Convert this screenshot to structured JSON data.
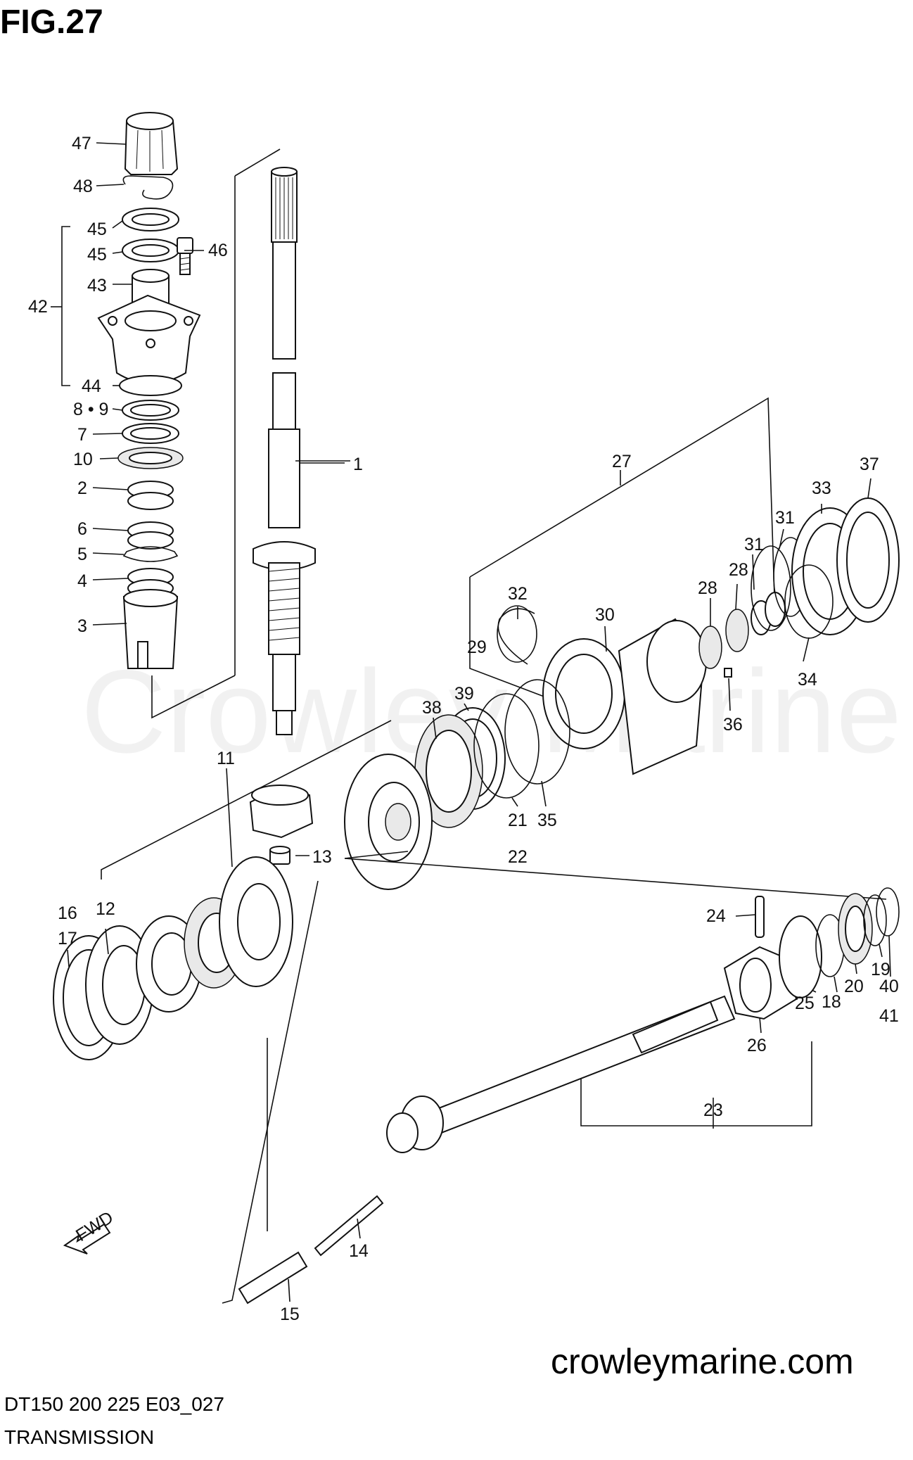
{
  "figure": {
    "title": "FIG.27",
    "watermark": "Crowley Marine",
    "site": "crowleymarine.com",
    "model": "DT150 200 225 E03_027",
    "name": "TRANSMISSION"
  },
  "callouts": [
    {
      "id": "c47",
      "text": "47"
    },
    {
      "id": "c48",
      "text": "48"
    },
    {
      "id": "c45a",
      "text": "45"
    },
    {
      "id": "c45b",
      "text": "45"
    },
    {
      "id": "c46",
      "text": "46"
    },
    {
      "id": "c43",
      "text": "43"
    },
    {
      "id": "c42",
      "text": "42"
    },
    {
      "id": "c44",
      "text": "44"
    },
    {
      "id": "c89",
      "text": "8 • 9"
    },
    {
      "id": "c7",
      "text": "7"
    },
    {
      "id": "c10",
      "text": "10"
    },
    {
      "id": "c2",
      "text": "2"
    },
    {
      "id": "c6",
      "text": "6"
    },
    {
      "id": "c5",
      "text": "5"
    },
    {
      "id": "c4",
      "text": "4"
    },
    {
      "id": "c3",
      "text": "3"
    },
    {
      "id": "c1",
      "text": "1"
    },
    {
      "id": "c27",
      "text": "27"
    },
    {
      "id": "c37",
      "text": "37"
    },
    {
      "id": "c33",
      "text": "33"
    },
    {
      "id": "c31a",
      "text": "31"
    },
    {
      "id": "c31b",
      "text": "31"
    },
    {
      "id": "c28a",
      "text": "28"
    },
    {
      "id": "c28b",
      "text": "28"
    },
    {
      "id": "c32",
      "text": "32"
    },
    {
      "id": "c30",
      "text": "30"
    },
    {
      "id": "c29",
      "text": "29"
    },
    {
      "id": "c34",
      "text": "34"
    },
    {
      "id": "c36",
      "text": "36"
    },
    {
      "id": "c39",
      "text": "39"
    },
    {
      "id": "c38",
      "text": "38"
    },
    {
      "id": "c21",
      "text": "21"
    },
    {
      "id": "c22",
      "text": "22"
    },
    {
      "id": "c35",
      "text": "35"
    },
    {
      "id": "c11",
      "text": "11"
    },
    {
      "id": "c13",
      "text": "13"
    },
    {
      "id": "c16",
      "text": "16"
    },
    {
      "id": "c17",
      "text": "17"
    },
    {
      "id": "c12",
      "text": "12"
    },
    {
      "id": "c24",
      "text": "24"
    },
    {
      "id": "c19",
      "text": "19"
    },
    {
      "id": "c20",
      "text": "20"
    },
    {
      "id": "c40",
      "text": "40"
    },
    {
      "id": "c41",
      "text": "41"
    },
    {
      "id": "c18",
      "text": "18"
    },
    {
      "id": "c25",
      "text": "25"
    },
    {
      "id": "c26",
      "text": "26"
    },
    {
      "id": "c23",
      "text": "23"
    },
    {
      "id": "c14",
      "text": "14"
    },
    {
      "id": "c15",
      "text": "15"
    }
  ],
  "fwd_label": "FWD"
}
